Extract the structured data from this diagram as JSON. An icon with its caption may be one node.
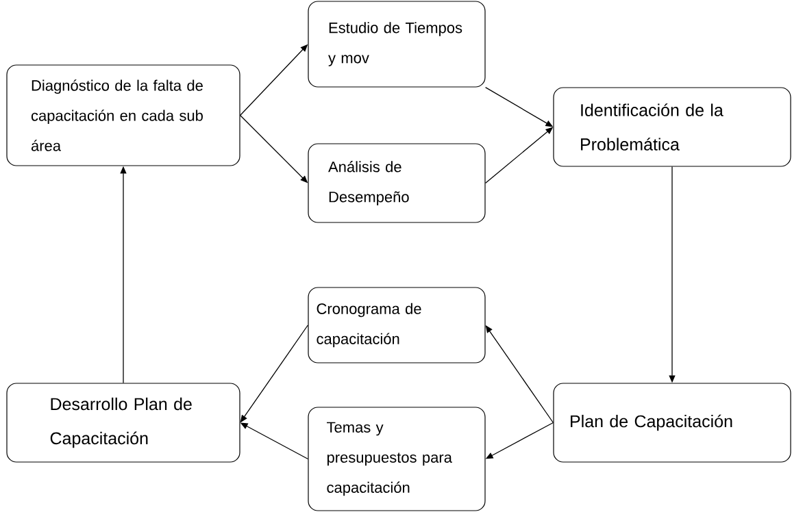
{
  "diagram": {
    "nodes": [
      {
        "text": [
          "Diagnóstico de la falta de capacitación en cada sub área"
        ]
      },
      {
        "text": [
          "Estudio de Tiempos y mov"
        ]
      },
      {
        "text": [
          "Análisis de Desempeño"
        ]
      },
      {
        "text": [
          "Identificación de la Problemática"
        ]
      },
      {
        "text": [
          "Cronograma de capacitación"
        ]
      },
      {
        "text": [
          "Desarrollo Plan de Capacitación"
        ]
      },
      {
        "text": [
          "Plan de Capacitación"
        ]
      },
      {
        "text": [
          "Temas y presupuestos para capacitación"
        ]
      }
    ],
    "edges": [
      {
        "from": 0,
        "to": 1,
        "arrow": "to"
      },
      {
        "from": 0,
        "to": 2,
        "arrow": "to"
      },
      {
        "from": 1,
        "to": 3,
        "arrow": "to"
      },
      {
        "from": 2,
        "to": 3,
        "arrow": "to"
      },
      {
        "from": 3,
        "to": 6,
        "arrow": "to"
      },
      {
        "from": 6,
        "to": 4,
        "arrow": "to"
      },
      {
        "from": 6,
        "to": 7,
        "arrow": "to"
      },
      {
        "from": 4,
        "to": 5,
        "arrow": "to"
      },
      {
        "from": 7,
        "to": 5,
        "arrow": "to"
      },
      {
        "from": 5,
        "to": 0,
        "arrow": "to"
      }
    ]
  }
}
